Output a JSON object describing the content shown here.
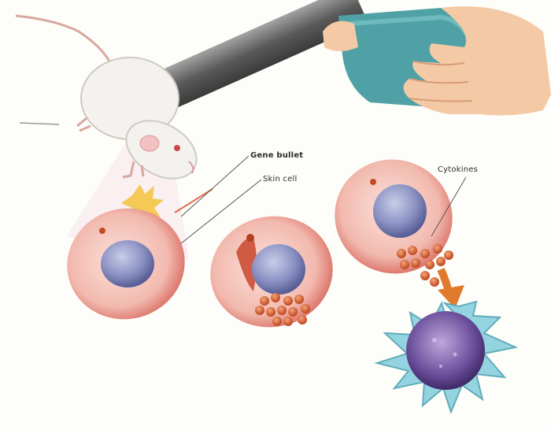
{
  "labels": {
    "gene_bullet": "Gene bullet",
    "skin_cell": "Skin cell",
    "cytokines": "Cytokines"
  },
  "colors": {
    "cell_body": "#f0b0a8",
    "cell_rim": "#d8685e",
    "nucleus": "#8c93c4",
    "cytokine": "#d9542e",
    "immune_cell": "#8fd2df",
    "immune_nucleus": "#6a4d9a",
    "gun_metal": "#6e6e6e",
    "gun_grip": "#4fa1a6",
    "mouse": "#f3f2ee",
    "arrow": "#e07b2e"
  }
}
